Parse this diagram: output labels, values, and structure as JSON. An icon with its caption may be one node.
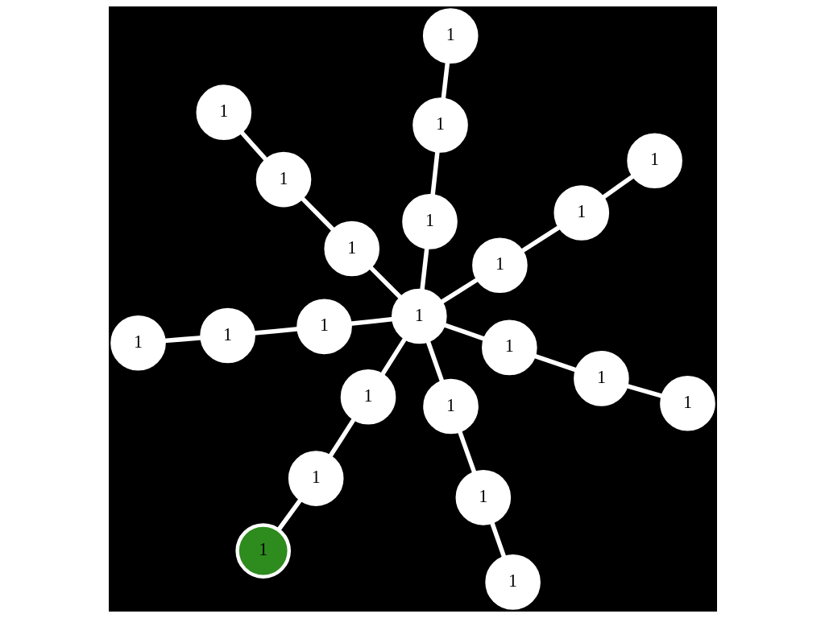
{
  "diagram": {
    "nodes": [
      {
        "text": [
          "1"
        ]
      },
      {
        "text": [
          "1"
        ]
      },
      {
        "text": [
          "1"
        ]
      },
      {
        "text": [
          "1"
        ]
      },
      {
        "text": [
          "1"
        ]
      },
      {
        "text": [
          "1"
        ]
      },
      {
        "text": [
          "1"
        ]
      },
      {
        "text": [
          "1"
        ]
      },
      {
        "text": [
          "1"
        ]
      },
      {
        "text": [
          "1"
        ]
      },
      {
        "text": [
          "1"
        ]
      },
      {
        "text": [
          "1"
        ]
      },
      {
        "text": [
          "1"
        ]
      },
      {
        "text": [
          "1"
        ]
      },
      {
        "text": [
          "1"
        ]
      },
      {
        "text": [
          "1"
        ]
      },
      {
        "text": [
          "1"
        ]
      },
      {
        "text": [
          "1"
        ]
      },
      {
        "text": [
          "1"
        ]
      },
      {
        "text": [
          "1"
        ]
      },
      {
        "text": [
          "1"
        ]
      },
      {
        "text": [
          "1"
        ]
      }
    ],
    "edges": [
      {
        "from": 10,
        "to": 6,
        "arrow": "none"
      },
      {
        "from": 6,
        "to": 1,
        "arrow": "none"
      },
      {
        "from": 1,
        "to": 0,
        "arrow": "none"
      },
      {
        "from": 10,
        "to": 11,
        "arrow": "none"
      },
      {
        "from": 11,
        "to": 7,
        "arrow": "none"
      },
      {
        "from": 7,
        "to": 3,
        "arrow": "none"
      },
      {
        "from": 10,
        "to": 15,
        "arrow": "none"
      },
      {
        "from": 15,
        "to": 17,
        "arrow": "none"
      },
      {
        "from": 17,
        "to": 14,
        "arrow": "none"
      },
      {
        "from": 10,
        "to": 16,
        "arrow": "none"
      },
      {
        "from": 16,
        "to": 19,
        "arrow": "none"
      },
      {
        "from": 19,
        "to": 21,
        "arrow": "none"
      },
      {
        "from": 10,
        "to": 12,
        "arrow": "none"
      },
      {
        "from": 12,
        "to": 18,
        "arrow": "none"
      },
      {
        "from": 18,
        "to": 20,
        "arrow": "none"
      },
      {
        "from": 10,
        "to": 8,
        "arrow": "none"
      },
      {
        "from": 8,
        "to": 9,
        "arrow": "none"
      },
      {
        "from": 9,
        "to": 13,
        "arrow": "none"
      },
      {
        "from": 10,
        "to": 5,
        "arrow": "none"
      },
      {
        "from": 5,
        "to": 4,
        "arrow": "none"
      },
      {
        "from": 4,
        "to": 2,
        "arrow": "none"
      }
    ]
  }
}
